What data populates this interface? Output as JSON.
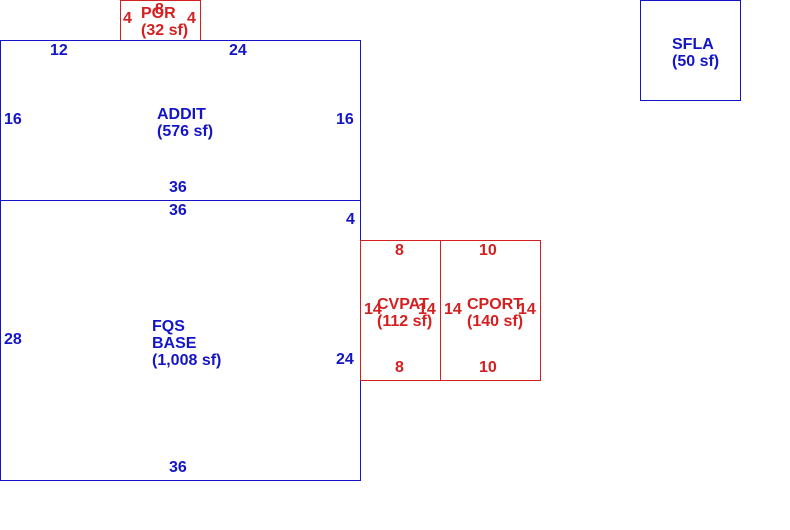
{
  "colors": {
    "living_area": "#1515c8",
    "exterior_area": "#d42020"
  },
  "areas": {
    "por": {
      "name": "POR",
      "area": "(32 sf)",
      "dims": {
        "top": "8",
        "left": "4",
        "right": "4"
      }
    },
    "addit": {
      "name": "ADDIT",
      "area": "(576 sf)",
      "dims": {
        "top_left": "12",
        "top_right": "24",
        "left": "16",
        "right": "16",
        "bottom": "36"
      }
    },
    "fqs": {
      "name_line1": "FQS",
      "name_line2": "BASE",
      "area": "(1,008 sf)",
      "dims": {
        "top": "36",
        "left": "28",
        "right_upper": "4",
        "right_lower": "24",
        "bottom": "36"
      }
    },
    "cvpat": {
      "name": "CVPAT",
      "area": "(112 sf)",
      "dims": {
        "top": "8",
        "bottom": "8",
        "left": "14",
        "right": "14"
      }
    },
    "cport": {
      "name": "CPORT",
      "area": "(140 sf)",
      "dims": {
        "top": "10",
        "bottom": "10",
        "left": "14",
        "right": "14"
      }
    },
    "sfla": {
      "name": "SFLA",
      "area": "(50 sf)"
    }
  }
}
